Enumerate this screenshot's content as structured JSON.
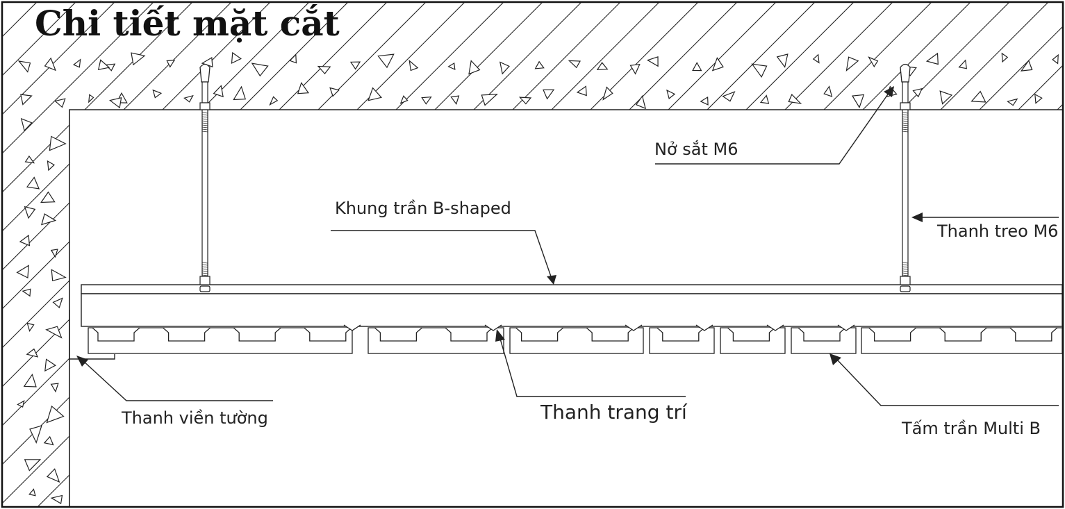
{
  "title": "Chi tiết mặt cắt",
  "labels": {
    "anchor": "Nở sắt M6",
    "frame": "Khung trần B-shaped",
    "rod": "Thanh treo M6",
    "wall_trim": "Thanh viền tường",
    "deco_bar": "Thanh trang trí",
    "panel": "Tấm trần Multi B"
  },
  "colors": {
    "line": "#222222",
    "background": "#ffffff"
  }
}
